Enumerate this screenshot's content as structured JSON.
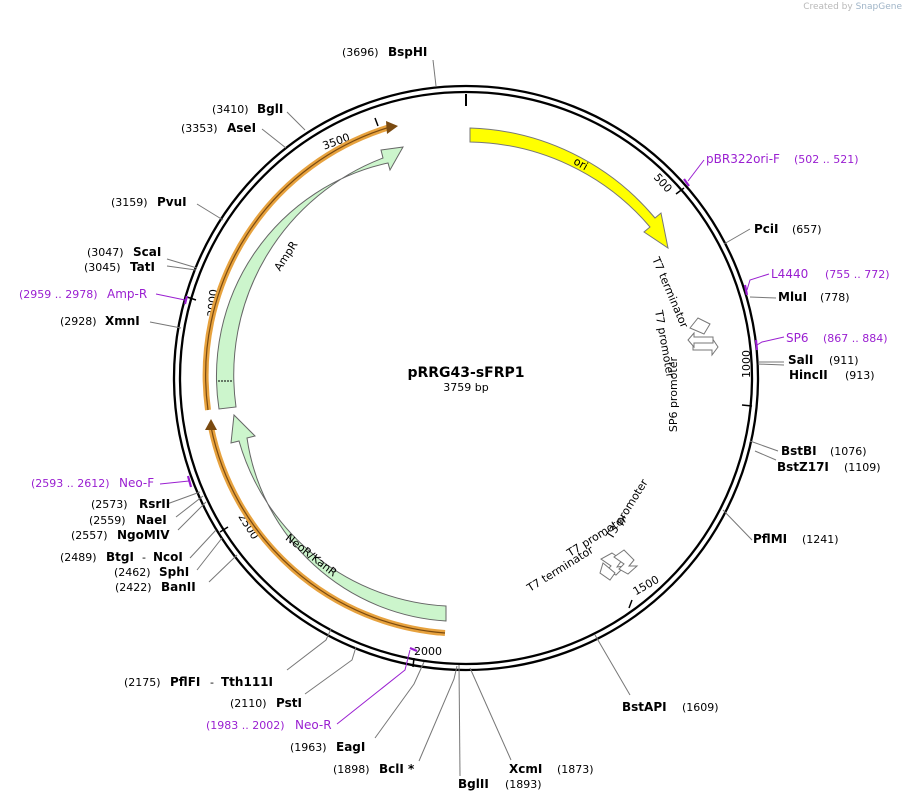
{
  "credit": {
    "prefix": "Created by",
    "brand": "SnapGene"
  },
  "plasmid": {
    "name": "pRRG43-sFRP1",
    "length": "3759 bp"
  },
  "colors": {
    "backbone": "#000000",
    "ori": "#ffff00",
    "ampr": "#ccf5cc",
    "neor": "#ccf5cc",
    "orf": "#e7a23e",
    "primer": "#9a1fd1",
    "promoter": "#ffffff"
  },
  "tick_labels": [
    "500",
    "1000",
    "1500",
    "2000",
    "2500",
    "3000",
    "3500"
  ],
  "features": [
    {
      "label": "ori",
      "type": "rep_origin"
    },
    {
      "label": "AmpR",
      "type": "CDS"
    },
    {
      "label": "NeoR/KanR",
      "type": "CDS"
    },
    {
      "label": "T7 terminator",
      "type": "terminator"
    },
    {
      "label": "T7 promoter",
      "type": "promoter"
    },
    {
      "label": "SP6 promoter",
      "type": "promoter"
    },
    {
      "label": "T7 promoter",
      "type": "promoter"
    },
    {
      "label": "T3 promoter",
      "type": "promoter"
    },
    {
      "label": "T7 terminator",
      "type": "terminator"
    }
  ],
  "enzymes": [
    {
      "name": "BspHI",
      "pos": "(3696)"
    },
    {
      "name": "BglI",
      "pos": "(3410)"
    },
    {
      "name": "AseI",
      "pos": "(3353)"
    },
    {
      "name": "PvuI",
      "pos": "(3159)"
    },
    {
      "name": "ScaI",
      "pos": "(3047)"
    },
    {
      "name": "TatI",
      "pos": "(3045)"
    },
    {
      "name": "XmnI",
      "pos": "(2928)"
    },
    {
      "name": "RsrII",
      "pos": "(2573)"
    },
    {
      "name": "NaeI",
      "pos": "(2559)"
    },
    {
      "name": "NgoMIV",
      "pos": "(2557)"
    },
    {
      "name": "BtgI",
      "pos": "(2489)",
      "extra": "NcoI"
    },
    {
      "name": "SphI",
      "pos": "(2462)"
    },
    {
      "name": "BanII",
      "pos": "(2422)"
    },
    {
      "name": "PflFI",
      "pos": "(2175)",
      "extra": "Tth111I"
    },
    {
      "name": "PstI",
      "pos": "(2110)"
    },
    {
      "name": "EagI",
      "pos": "(1963)"
    },
    {
      "name": "BclI *",
      "pos": "(1898)"
    },
    {
      "name": "BglII",
      "pos": "(1893)"
    },
    {
      "name": "XcmI",
      "pos": "(1873)"
    },
    {
      "name": "BstAPI",
      "pos": "(1609)"
    },
    {
      "name": "PflMI",
      "pos": "(1241)"
    },
    {
      "name": "BstZ17I",
      "pos": "(1109)"
    },
    {
      "name": "BstBI",
      "pos": "(1076)"
    },
    {
      "name": "HincII",
      "pos": "(913)"
    },
    {
      "name": "SalI",
      "pos": "(911)"
    },
    {
      "name": "MluI",
      "pos": "(778)"
    },
    {
      "name": "PciI",
      "pos": "(657)"
    }
  ],
  "primers": [
    {
      "name": "pBR322ori-F",
      "range": "(502 .. 521)"
    },
    {
      "name": "L4440",
      "range": "(755 .. 772)"
    },
    {
      "name": "SP6",
      "range": "(867 .. 884)"
    },
    {
      "name": "Amp-R",
      "range": "(2959 .. 2978)"
    },
    {
      "name": "Neo-F",
      "range": "(2593 .. 2612)"
    },
    {
      "name": "Neo-R",
      "range": "(1983 .. 2002)"
    }
  ]
}
